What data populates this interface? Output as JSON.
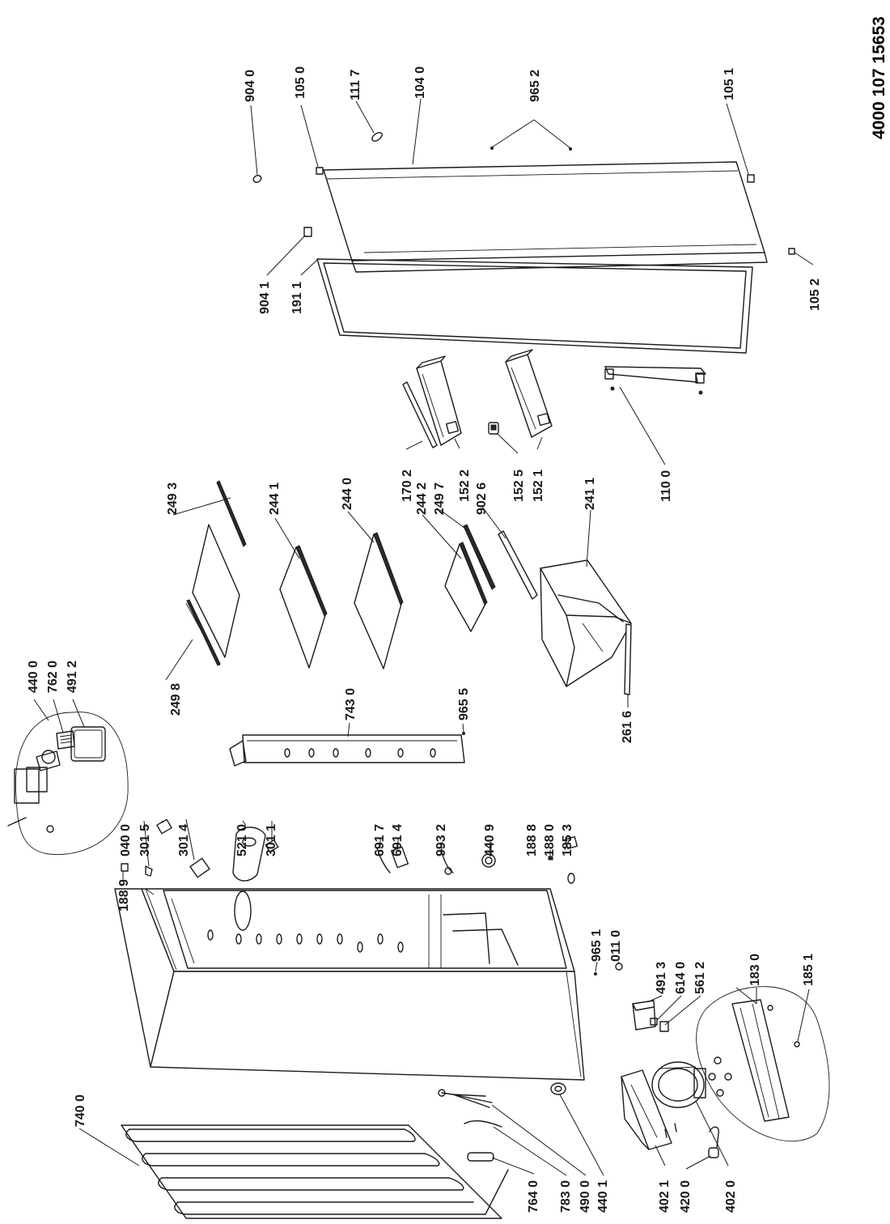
{
  "document_id": "4000 107 15653",
  "labels": {
    "l9040": "904 0",
    "l1050": "105 0",
    "l1117": "111 7",
    "l1040": "104 0",
    "l9652": "965 2",
    "l1051": "105 1",
    "l9041": "904 1",
    "l1911": "191 1",
    "l1052": "105 2",
    "l2493": "249 3",
    "l2441": "244 1",
    "l2440": "244 0",
    "l1702": "170 2",
    "l2442": "244 2",
    "l2497": "249 7",
    "l1522": "152 2",
    "l9026": "902 6",
    "l1525": "152 5",
    "l2411": "241 1",
    "l1521": "152 1",
    "l1100": "110 0",
    "l4400": "440 0",
    "l7620": "762 0",
    "l4912": "491 2",
    "l2498": "249 8",
    "l7430": "743 0",
    "l9655": "965 5",
    "l2616": "261 6",
    "l0400": "040 0",
    "l3015": "301 5",
    "l3014": "301 4",
    "l5210": "521 0",
    "l3011": "301 1",
    "l1889": "188 9",
    "l6917": "691 7",
    "l6914": "691 4",
    "l9932": "993 2",
    "l4409": "440 9",
    "l1888": "188 8",
    "l1880": "188 0",
    "l1853": "185 3",
    "l9651": "965 1",
    "l0110": "011 0",
    "l4913": "491 3",
    "l6140": "614 0",
    "l5612": "561 2",
    "l1830": "183 0",
    "l1851": "185 1",
    "l7400": "740 0",
    "l7640": "764 0",
    "l7830": "783 0",
    "l4900": "490 0",
    "l4401": "440 1",
    "l4021": "402 1",
    "l4200": "420 0",
    "l4020": "402 0"
  }
}
